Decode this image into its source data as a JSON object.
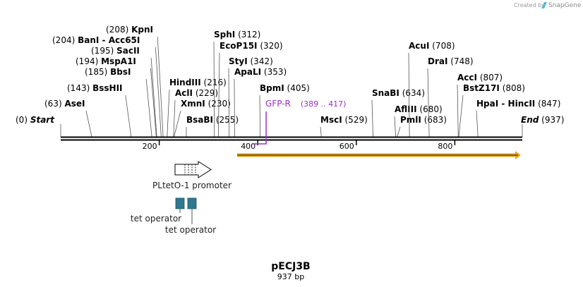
{
  "credit": {
    "prefix": "Created by",
    "brand": "SnapGene",
    "logo_icon": "snapgene-logo-icon"
  },
  "map": {
    "name": "pECJ3B",
    "length_label": "937 bp",
    "length": 937
  },
  "ticks": [
    {
      "label": "200",
      "pos": 200
    },
    {
      "label": "400",
      "pos": 400
    },
    {
      "label": "600",
      "pos": 600
    },
    {
      "label": "800",
      "pos": 800
    }
  ],
  "sites": [
    {
      "pos": 0,
      "pos_label": "(0)",
      "names": [
        {
          "text": "Start",
          "style": "italic-bold"
        }
      ]
    },
    {
      "pos": 63,
      "pos_label": "(63)",
      "names": [
        {
          "text": "AseI"
        }
      ]
    },
    {
      "pos": 143,
      "pos_label": "(143)",
      "names": [
        {
          "text": "BssHII"
        }
      ]
    },
    {
      "pos": 185,
      "pos_label": "(185)",
      "names": [
        {
          "text": "BbsI"
        }
      ]
    },
    {
      "pos": 194,
      "pos_label": "(194)",
      "names": [
        {
          "text": "MspA1I"
        }
      ]
    },
    {
      "pos": 195,
      "pos_label": "(195)",
      "names": [
        {
          "text": "SacII"
        }
      ]
    },
    {
      "pos": 204,
      "pos_label": "(204)",
      "names": [
        {
          "text": "BanI"
        },
        {
          "text": "Acc65I"
        }
      ]
    },
    {
      "pos": 208,
      "pos_label": "(208)",
      "names": [
        {
          "text": "KpnI"
        }
      ]
    },
    {
      "pos": 216,
      "pos_label": "(216)",
      "names": [
        {
          "text": "HindIII"
        }
      ]
    },
    {
      "pos": 229,
      "pos_label": "(229)",
      "names": [
        {
          "text": "AclI"
        }
      ]
    },
    {
      "pos": 230,
      "pos_label": "(230)",
      "names": [
        {
          "text": "XmnI"
        }
      ]
    },
    {
      "pos": 255,
      "pos_label": "(255)",
      "names": [
        {
          "text": "BsaBI"
        }
      ]
    },
    {
      "pos": 312,
      "pos_label": "(312)",
      "names": [
        {
          "text": "SphI"
        }
      ]
    },
    {
      "pos": 320,
      "pos_label": "(320)",
      "names": [
        {
          "text": "EcoP15I"
        }
      ]
    },
    {
      "pos": 342,
      "pos_label": "(342)",
      "names": [
        {
          "text": "StyI"
        }
      ]
    },
    {
      "pos": 353,
      "pos_label": "(353)",
      "names": [
        {
          "text": "ApaLI"
        }
      ]
    },
    {
      "pos": 405,
      "pos_label": "(405)",
      "names": [
        {
          "text": "BpmI"
        }
      ]
    },
    {
      "pos": 529,
      "pos_label": "(529)",
      "names": [
        {
          "text": "MscI"
        }
      ]
    },
    {
      "pos": 634,
      "pos_label": "(634)",
      "names": [
        {
          "text": "SnaBI"
        }
      ]
    },
    {
      "pos": 680,
      "pos_label": "(680)",
      "names": [
        {
          "text": "AflIII"
        }
      ]
    },
    {
      "pos": 683,
      "pos_label": "(683)",
      "names": [
        {
          "text": "PmlI"
        }
      ]
    },
    {
      "pos": 708,
      "pos_label": "(708)",
      "names": [
        {
          "text": "AcuI"
        }
      ]
    },
    {
      "pos": 748,
      "pos_label": "(748)",
      "names": [
        {
          "text": "DraI"
        }
      ]
    },
    {
      "pos": 807,
      "pos_label": "(807)",
      "names": [
        {
          "text": "AccI"
        }
      ]
    },
    {
      "pos": 808,
      "pos_label": "(808)",
      "names": [
        {
          "text": "BstZ17I"
        }
      ]
    },
    {
      "pos": 847,
      "pos_label": "(847)",
      "names": [
        {
          "text": "HpaI"
        },
        {
          "text": "HincII"
        }
      ]
    },
    {
      "pos": 937,
      "pos_label": "(937)",
      "names": [
        {
          "text": "End",
          "style": "italic-bold"
        }
      ]
    }
  ],
  "primer": {
    "name": "GFP-R",
    "range_label": "(389 .. 417)",
    "start": 389,
    "end": 417,
    "color": "#9b30c8"
  },
  "orf": {
    "start": 389,
    "end": 937,
    "color": "#e8a317",
    "core_color": "#4a3a10"
  },
  "features": [
    {
      "label": "PLtetO-1 promoter",
      "type": "promoter-arrow"
    },
    {
      "label": "tet operator",
      "type": "box",
      "color": "#2e7891"
    },
    {
      "label": "tet operator",
      "type": "box",
      "color": "#2e7891"
    }
  ]
}
